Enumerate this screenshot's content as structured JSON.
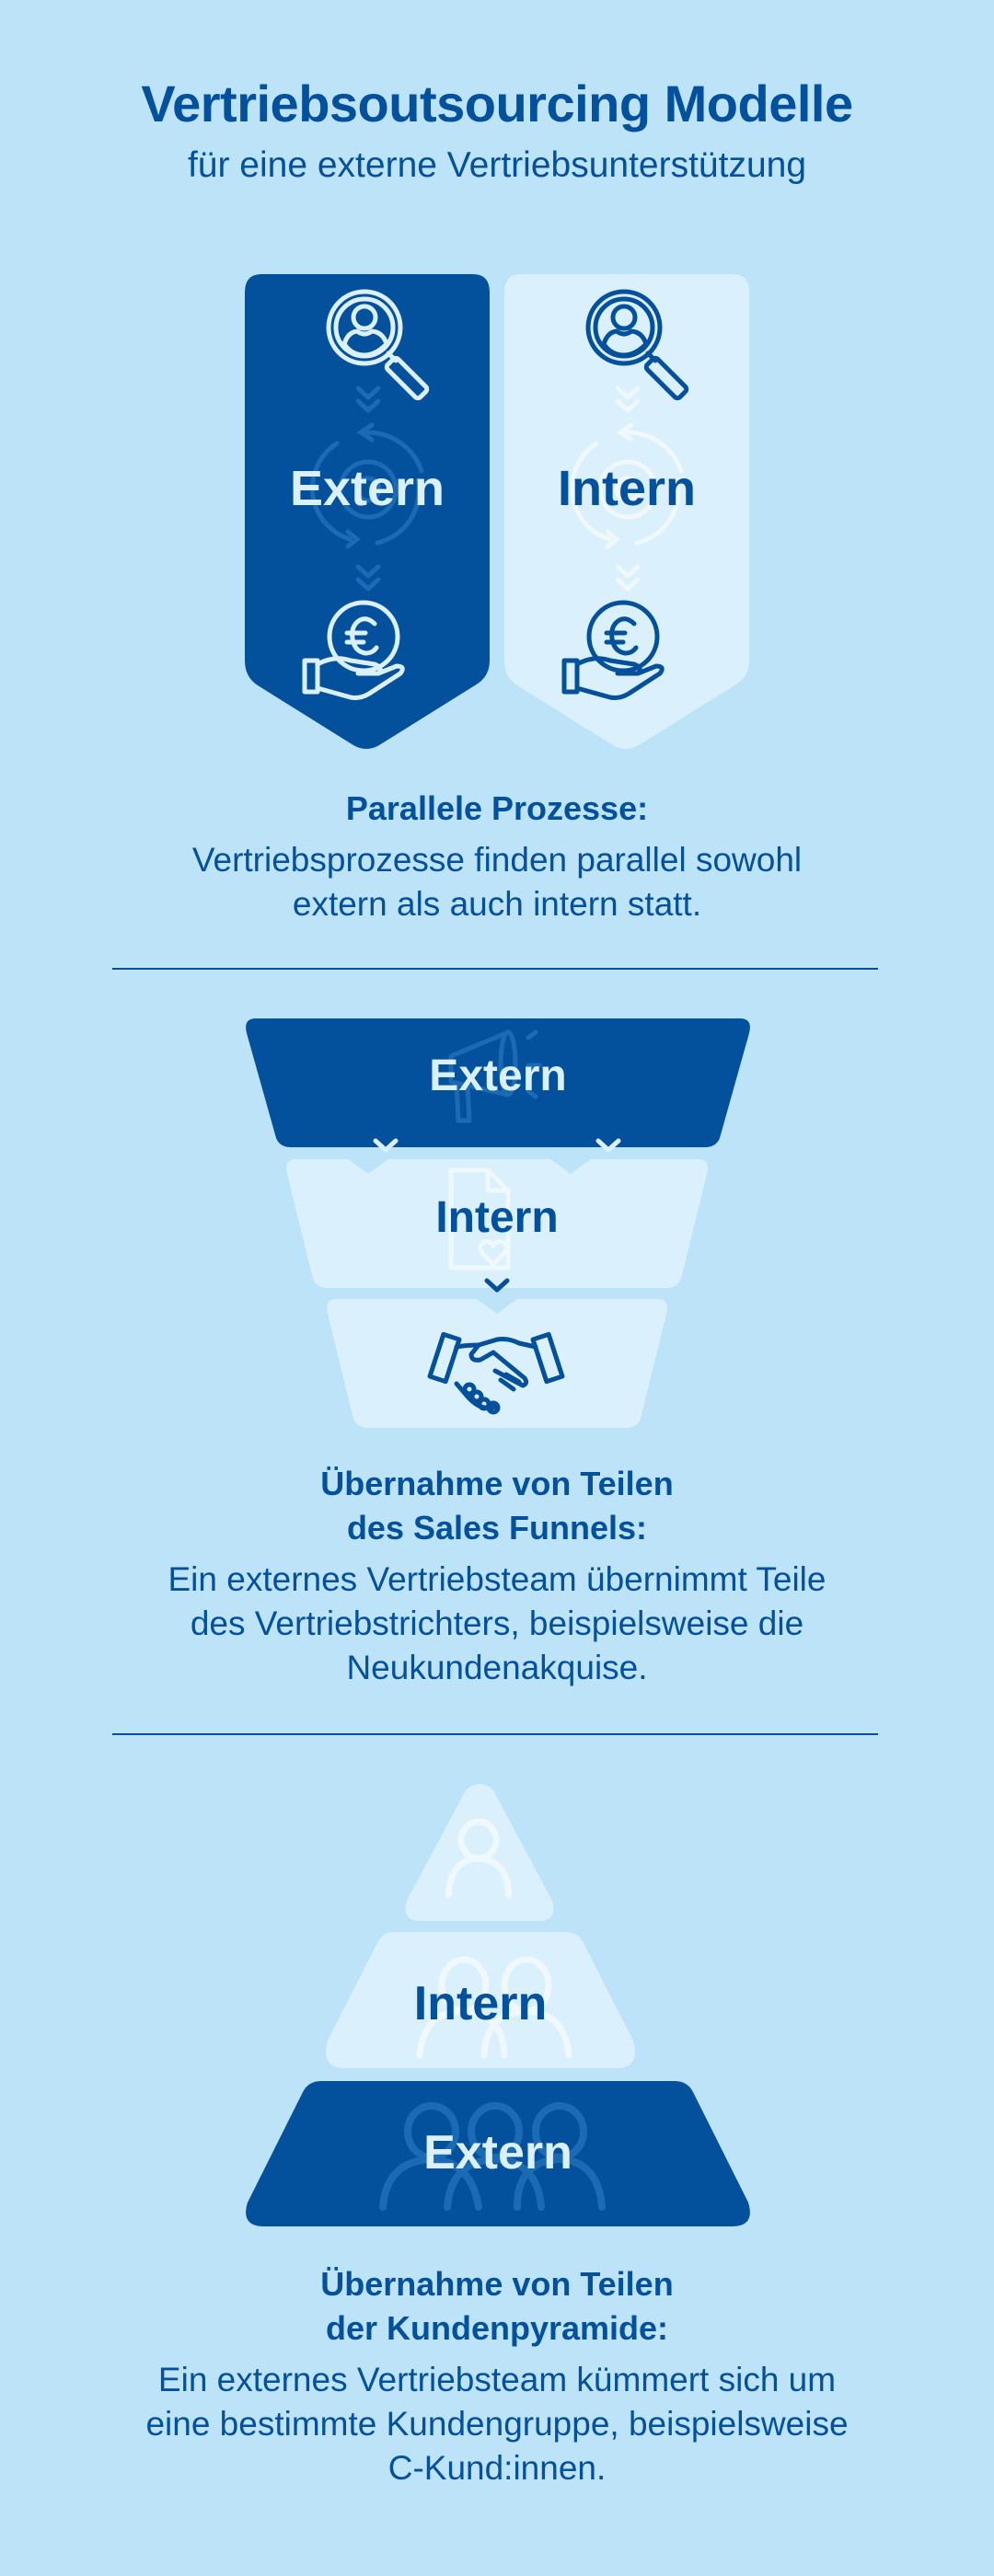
{
  "header": {
    "title": "Vertriebsoutsourcing Modelle",
    "subtitle": "für eine externe Vertriebsunterstützung"
  },
  "colors": {
    "background": "#bde3f9",
    "dark_blue": "#03509c",
    "light_panel": "#daf0fc"
  },
  "section1": {
    "columns": [
      {
        "label": "Extern",
        "style": "dark",
        "icons": [
          "search-person-icon",
          "gear-cycle-icon",
          "euro-hand-icon"
        ]
      },
      {
        "label": "Intern",
        "style": "light",
        "icons": [
          "search-person-icon",
          "gear-cycle-icon",
          "euro-hand-icon"
        ]
      }
    ],
    "heading": "Parallele Prozesse:",
    "text_lines": [
      "Vertriebsprozesse finden parallel sowohl",
      "extern als auch intern statt."
    ]
  },
  "section2": {
    "funnel": [
      {
        "label": "Extern",
        "style": "dark",
        "icon": "megaphone-icon"
      },
      {
        "label": "Intern",
        "style": "light",
        "icon": "document-heart-icon"
      },
      {
        "label": "",
        "style": "light",
        "icon": "handshake-icon"
      }
    ],
    "heading_lines": [
      "Übernahme von Teilen",
      "des Sales Funnels:"
    ],
    "text_lines": [
      "Ein externes Vertriebsteam übernimmt Teile",
      "des Vertriebstrichters, beispielsweise die",
      "Neukundenakquise."
    ]
  },
  "section3": {
    "pyramid": [
      {
        "label": "",
        "style": "light",
        "icon": "person-icon"
      },
      {
        "label": "Intern",
        "style": "light",
        "icon": "two-persons-icon"
      },
      {
        "label": "Extern",
        "style": "dark",
        "icon": "three-persons-icon"
      }
    ],
    "heading_lines": [
      "Übernahme von Teilen",
      "der Kundenpyramide:"
    ],
    "text_lines": [
      "Ein externes Vertriebsteam kümmert sich um",
      "eine bestimmte Kundengruppe, beispielsweise",
      "C-Kund:innen."
    ]
  }
}
